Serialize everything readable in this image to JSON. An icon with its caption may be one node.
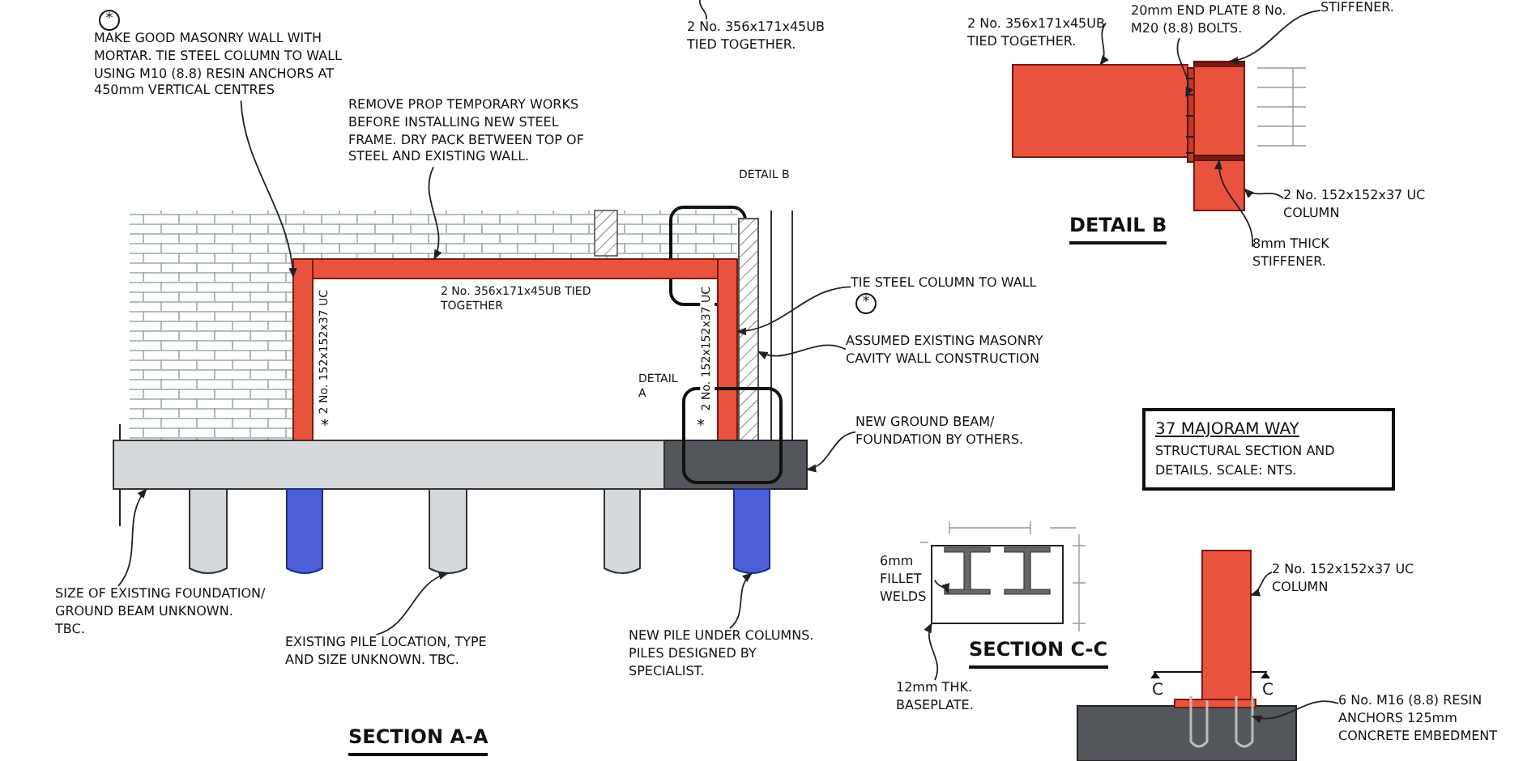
{
  "diagram": {
    "nodes": [
      {
        "text": [
          "*",
          "MAKE GOOD MASONRY WALL WITH MORTAR. TIE STEEL COLUMN TO WALL USING M10 (8.8) RESIN ANCHORS AT 450mm VERTICAL CENTRES"
        ]
      },
      {
        "text": [],
        "shape": "bar",
        "beside": [
          "2 No. 152x152x37 UC"
        ]
      },
      {
        "text": [
          "REMOVE PROP TEMPORARY WORKS BEFORE INSTALLING NEW STEEL FRAME. DRY PACK BETWEEN TOP OF STEEL AND EXISTING WALL."
        ]
      },
      {
        "text": [],
        "shape": "bar",
        "beside": [
          "2 No. 356x171x45UB TIED TOGETHER"
        ]
      },
      {
        "text": [
          "2 No. 356x171x45UB TIED TOGETHER."
        ]
      },
      {
        "text": [
          "TIE STEEL COLUMN TO WALL",
          "*"
        ]
      },
      {
        "text": [],
        "shape": "bar",
        "beside": [
          "2 No. 152x152x37 UC"
        ]
      },
      {
        "text": [
          "ASSUMED EXISTING MASONRY CAVITY WALL CONSTRUCTION"
        ]
      },
      {
        "text": [],
        "shape": "box"
      },
      {
        "text": [
          "NEW GROUND BEAM/ FOUNDATION BY OTHERS."
        ]
      },
      {
        "text": [],
        "shape": "box"
      },
      {
        "text": [
          "SIZE OF EXISTING FOUNDATION/ GROUND BEAM UNKNOWN. TBC."
        ]
      },
      {
        "text": [],
        "shape": "box"
      },
      {
        "text": [
          "EXISTING PILE LOCATION, TYPE AND SIZE UNKNOWN. TBC."
        ]
      },
      {
        "text": [],
        "shape": "cylinder"
      },
      {
        "text": [
          "NEW PILE UNDER COLUMNS. PILES DESIGNED BY SPECIALIST."
        ]
      },
      {
        "text": [],
        "shape": "cylinder"
      },
      {
        "text": [
          "2 No. 356x171x45UB TIED TOGETHER."
        ]
      },
      {
        "text": [],
        "shape": "bar"
      },
      {
        "text": [
          "20mm END PLATE 8 No. M20 (8.8) BOLTS."
        ]
      },
      {
        "text": [],
        "shape": "bar"
      },
      {
        "text": [
          "STIFFENER."
        ]
      },
      {
        "text": [],
        "shape": "bar"
      },
      {
        "text": [
          "2 No. 152x152x37 UC COLUMN"
        ]
      },
      {
        "text": [],
        "shape": "bar"
      },
      {
        "text": [
          "8mm THICK STIFFENER."
        ]
      },
      {
        "text": [],
        "shape": "bar",
        "in": 24
      },
      {
        "text": [
          "37 MAJORAM WAY",
          "STRUCTURAL SECTION AND DETAILS. SCALE: NTS."
        ]
      },
      {
        "text": [
          "6mm FILLET WELDS"
        ]
      },
      {
        "text": [],
        "shape": "picture",
        "in": 31
      },
      {
        "text": [
          "12mm THK. BASEPLATE."
        ]
      },
      {
        "text": [],
        "shape": "box"
      },
      {
        "text": [
          "2 No. 152x152x37 UC COLUMN"
        ]
      },
      {
        "text": [],
        "shape": "bar"
      },
      {
        "text": [
          "6 No. M16 (8.8) RESIN ANCHORS 125mm CONCRETE EMBEDMENT"
        ]
      },
      {
        "text": [],
        "shape": "bar"
      },
      {
        "text": [],
        "shape": "cylinder"
      },
      {
        "text": [],
        "shape": "cylinder"
      },
      {
        "text": [],
        "shape": "cylinder"
      },
      {
        "text": [],
        "shape": "picture",
        "in": 31
      }
    ],
    "edges": [
      {
        "from": 0,
        "to": 1,
        "arrow": "to"
      },
      {
        "from": 2,
        "to": 3,
        "arrow": "to"
      },
      {
        "from": 4,
        "to": null,
        "arrow": "none"
      },
      {
        "from": 5,
        "to": 6,
        "arrow": "to"
      },
      {
        "from": 7,
        "to": 8,
        "arrow": "to"
      },
      {
        "from": 9,
        "to": 10,
        "arrow": "to"
      },
      {
        "from": 11,
        "to": 12,
        "arrow": "to"
      },
      {
        "from": 13,
        "to": 36,
        "arrow": "to"
      },
      {
        "from": 15,
        "to": 38,
        "arrow": "to"
      },
      {
        "from": 17,
        "to": 18,
        "arrow": "to"
      },
      {
        "from": 19,
        "to": 20,
        "arrow": "to"
      },
      {
        "from": 21,
        "to": 22,
        "arrow": "to"
      },
      {
        "from": 23,
        "to": 24,
        "arrow": "to"
      },
      {
        "from": 25,
        "to": 26,
        "arrow": "to"
      },
      {
        "from": 28,
        "to": 29,
        "arrow": "to"
      },
      {
        "from": 30,
        "to": 31,
        "arrow": "to"
      },
      {
        "from": 32,
        "to": 33,
        "arrow": "to"
      },
      {
        "from": 34,
        "to": 35,
        "arrow": "to"
      }
    ],
    "labels": [
      "*",
      "*",
      "DETAIL B",
      "DETAIL A",
      "SECTION A-A",
      "DETAIL B",
      "SECTION C-C",
      "C",
      "C"
    ]
  }
}
